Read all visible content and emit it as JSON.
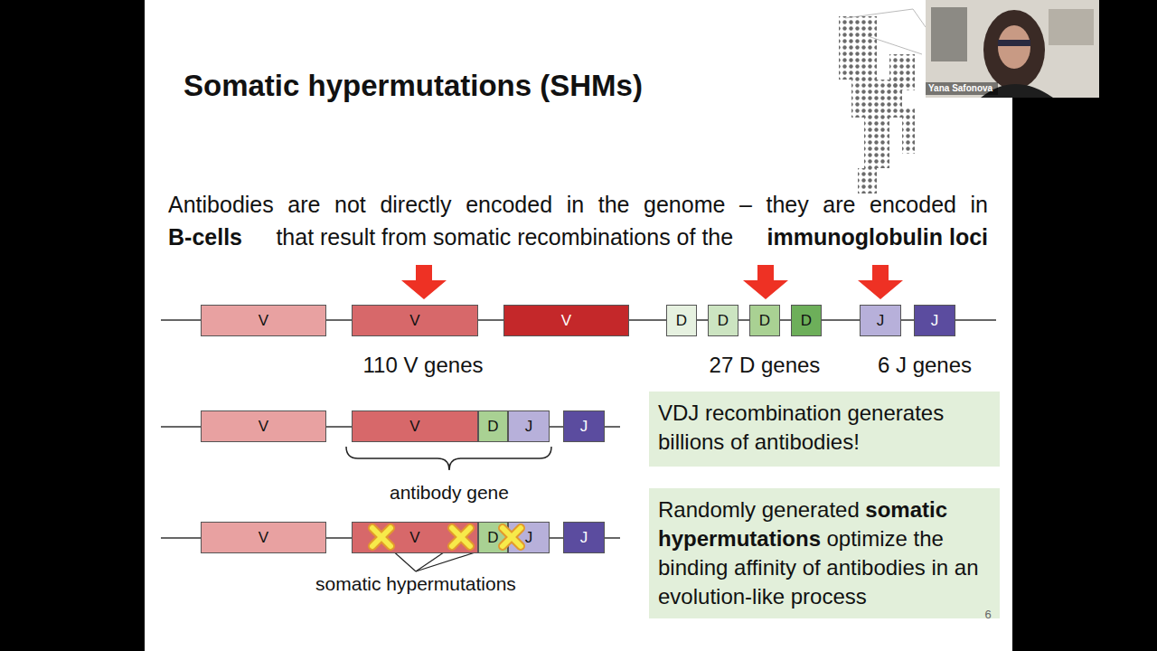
{
  "diagram": {
    "title": "Somatic hypermutations (SHMs)",
    "nodes": [
      {
        "text": [
          "V"
        ]
      },
      {
        "text": [
          "V"
        ]
      },
      {
        "text": [
          "V"
        ]
      },
      {
        "text": [
          "D"
        ]
      },
      {
        "text": [
          "D"
        ]
      },
      {
        "text": [
          "D"
        ]
      },
      {
        "text": [
          "D"
        ]
      },
      {
        "text": [
          "J"
        ]
      },
      {
        "text": [
          "J"
        ]
      },
      {
        "text": [
          "V"
        ]
      },
      {
        "text": [
          "V"
        ]
      },
      {
        "text": [
          "D"
        ]
      },
      {
        "text": [
          "J"
        ]
      },
      {
        "text": [
          "J"
        ]
      },
      {
        "text": [
          "VDJ recombination generates billions of antibodies!"
        ]
      },
      {
        "text": [
          "V"
        ]
      },
      {
        "text": [
          "V"
        ]
      },
      {
        "text": [
          "D"
        ]
      },
      {
        "text": [
          "J"
        ]
      },
      {
        "text": [
          "J"
        ]
      },
      {
        "text": [
          "Randomly generated",
          "somatic hypermutations",
          "optimize the binding affinity of antibodies in an evolution-like process"
        ]
      }
    ],
    "labels": [
      "Antibodies are not directly encoded in the genome – they are encoded in",
      "B-cells",
      "that result from somatic recombinations of the",
      "immunoglobulin loci",
      "110 V genes",
      "27 D genes",
      "6 J genes",
      "antibody gene",
      "somatic hypermutations",
      "6",
      "Yana Safonova"
    ]
  }
}
